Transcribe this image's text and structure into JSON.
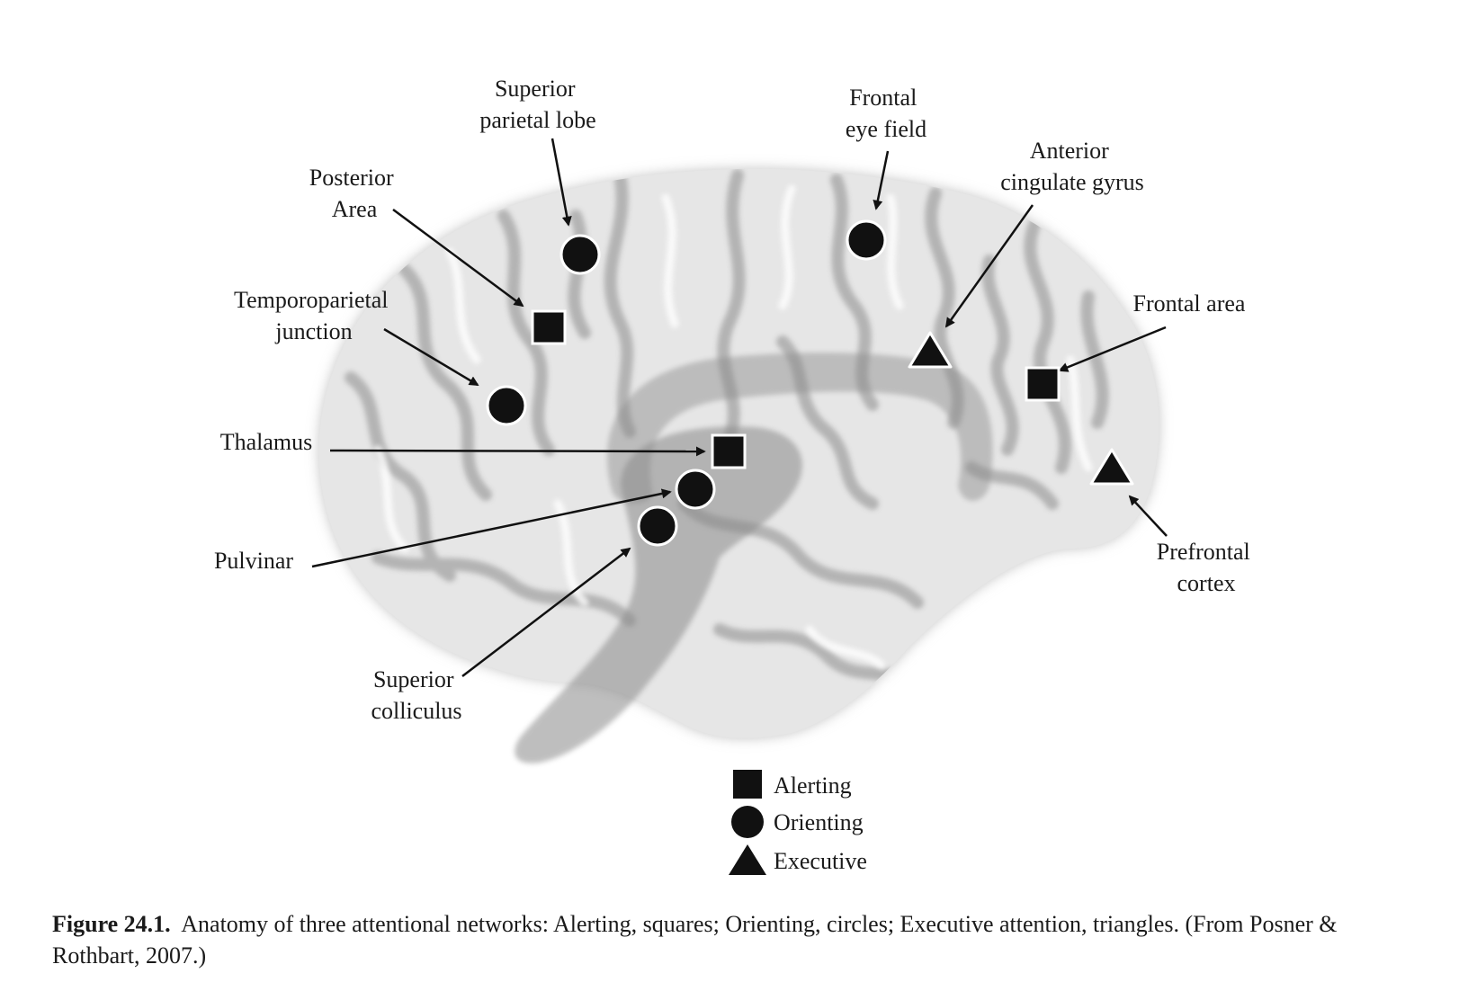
{
  "labels": {
    "superior_parietal_lobe": [
      "Superior",
      "parietal lobe"
    ],
    "frontal_eye_field": [
      "Frontal",
      "eye field"
    ],
    "anterior_cingulate_gyrus": [
      "Anterior",
      "cingulate gyrus"
    ],
    "posterior_area": [
      "Posterior",
      "Area"
    ],
    "temporoparietal_junction": [
      "Temporoparietal",
      "junction"
    ],
    "frontal_area": [
      "Frontal area"
    ],
    "thalamus": [
      "Thalamus"
    ],
    "pulvinar": [
      "Pulvinar"
    ],
    "prefrontal_cortex": [
      "Prefrontal",
      "cortex"
    ],
    "superior_colliculus": [
      "Superior",
      "colliculus"
    ]
  },
  "legend": {
    "alerting": "Alerting",
    "orienting": "Orienting",
    "executive": "Executive"
  },
  "caption": {
    "prefix": "Figure 24.1.",
    "text": "Anatomy of three attentional networks: Alerting, squares; Orienting, circles; Executive attention, triangles. (From Posner & Rothbart, 2007.)"
  },
  "colors": {
    "brain_fill": "#e6e6e6",
    "gyri": "#ffffff",
    "sulci": "#a9a9a9",
    "midline_structures": "#8a8a8a",
    "marker": "#111111"
  }
}
